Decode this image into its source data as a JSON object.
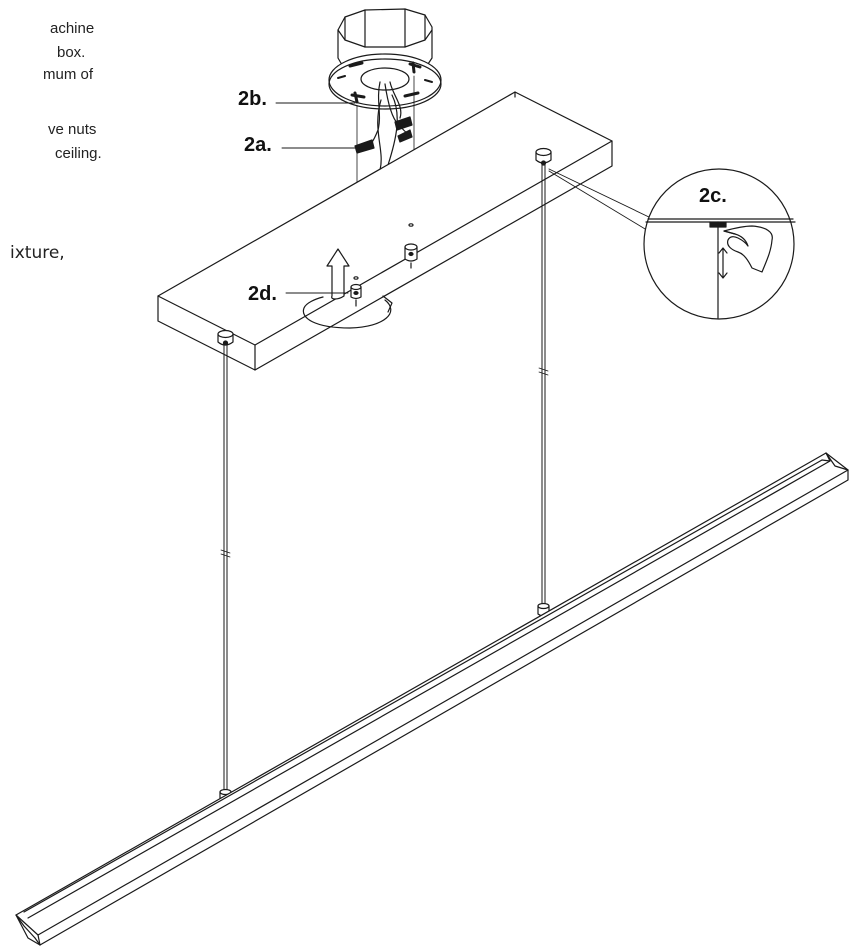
{
  "instructions": {
    "fragments": [
      "achine",
      "box.",
      "mum of",
      "ve nuts",
      "ceiling.",
      "ixture,"
    ]
  },
  "callouts": {
    "a": "2a.",
    "b": "2b.",
    "c": "2c.",
    "d": "2d."
  },
  "colors": {
    "line": "#1a1a1a",
    "background": "#ffffff"
  }
}
